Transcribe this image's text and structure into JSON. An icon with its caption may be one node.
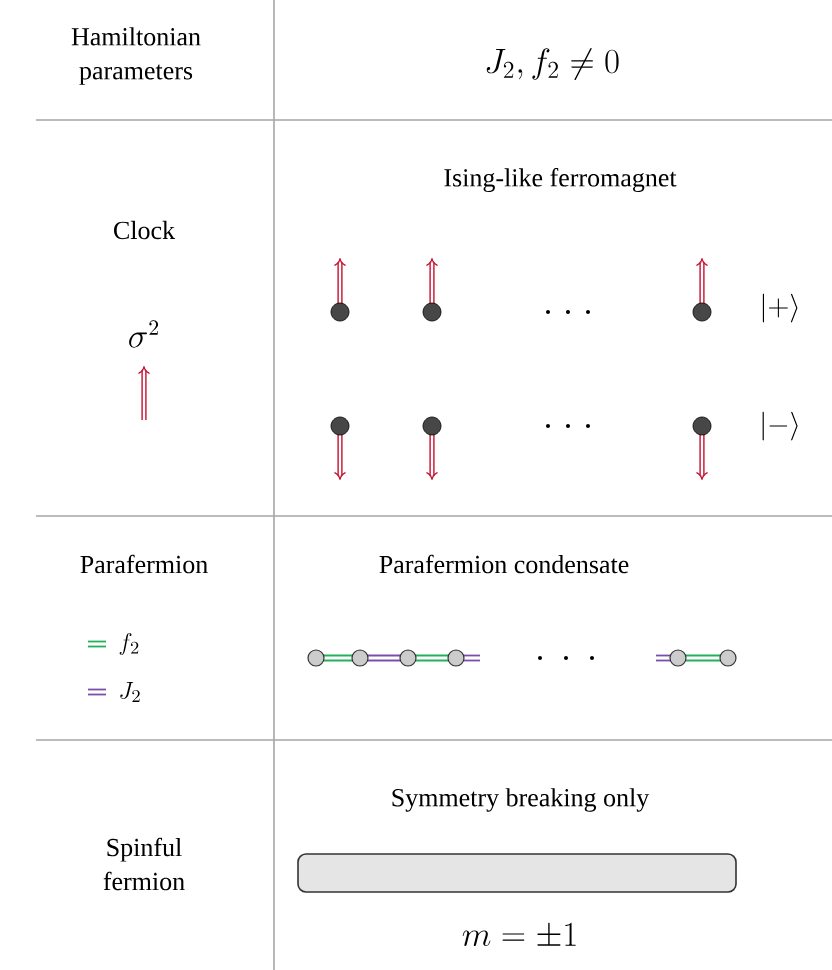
{
  "diagram": {
    "nodes": [
      {
        "text": [],
        "shape": "bar"
      }
    ],
    "labels": [
      "Hamiltonian parameters",
      "J_2, f_2 \\neq 0",
      "Clock",
      "Ising-like ferromagnet",
      "\\sigma^2",
      "|+\\rangle",
      "|-\\rangle",
      "Parafermion",
      "Parafermion condensate",
      "Spinful fermion",
      "Symmetry breaking only",
      "m = \\pm 1"
    ],
    "legend": [
      {
        "text": "f_2"
      },
      {
        "text": "J_2"
      }
    ]
  }
}
